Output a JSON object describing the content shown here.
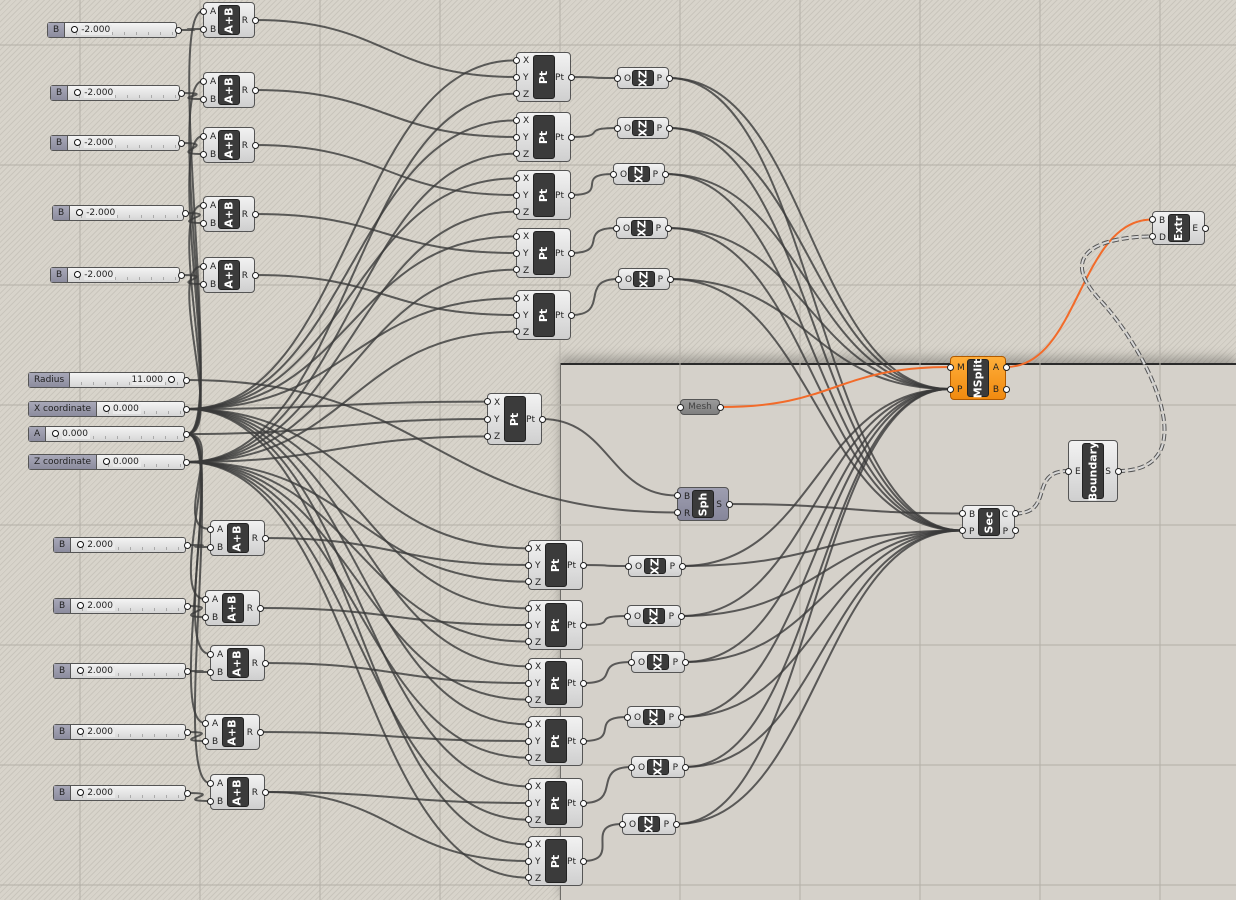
{
  "sliders": [
    {
      "id": "sT0",
      "label": "B",
      "value": "-2.000"
    },
    {
      "id": "sT1",
      "label": "B",
      "value": "-2.000"
    },
    {
      "id": "sT2",
      "label": "B",
      "value": "-2.000"
    },
    {
      "id": "sT3",
      "label": "B",
      "value": "-2.000"
    },
    {
      "id": "sT4",
      "label": "B",
      "value": "-2.000"
    },
    {
      "id": "radius",
      "label": "Radius",
      "value": "11.000"
    },
    {
      "id": "xc",
      "label": "X coordinate",
      "value": "0.000"
    },
    {
      "id": "a",
      "label": "A",
      "value": "0.000"
    },
    {
      "id": "zc",
      "label": "Z coordinate",
      "value": "0.000"
    },
    {
      "id": "sB0",
      "label": "B",
      "value": "2.000"
    },
    {
      "id": "sB1",
      "label": "B",
      "value": "2.000"
    },
    {
      "id": "sB2",
      "label": "B",
      "value": "2.000"
    },
    {
      "id": "sB3",
      "label": "B",
      "value": "2.000"
    },
    {
      "id": "sB4",
      "label": "B",
      "value": "2.000"
    }
  ],
  "components": [
    {
      "id": "aT0",
      "nick": "A+B",
      "in": [
        "A",
        "B"
      ],
      "out": [
        "R"
      ]
    },
    {
      "id": "aT1",
      "nick": "A+B",
      "in": [
        "A",
        "B"
      ],
      "out": [
        "R"
      ]
    },
    {
      "id": "aT2",
      "nick": "A+B",
      "in": [
        "A",
        "B"
      ],
      "out": [
        "R"
      ]
    },
    {
      "id": "aT3",
      "nick": "A+B",
      "in": [
        "A",
        "B"
      ],
      "out": [
        "R"
      ]
    },
    {
      "id": "aT4",
      "nick": "A+B",
      "in": [
        "A",
        "B"
      ],
      "out": [
        "R"
      ]
    },
    {
      "id": "pT0",
      "nick": "Pt",
      "in": [
        "X",
        "Y",
        "Z"
      ],
      "out": [
        "Pt"
      ]
    },
    {
      "id": "pT1",
      "nick": "Pt",
      "in": [
        "X",
        "Y",
        "Z"
      ],
      "out": [
        "Pt"
      ]
    },
    {
      "id": "pT2",
      "nick": "Pt",
      "in": [
        "X",
        "Y",
        "Z"
      ],
      "out": [
        "Pt"
      ]
    },
    {
      "id": "pT3",
      "nick": "Pt",
      "in": [
        "X",
        "Y",
        "Z"
      ],
      "out": [
        "Pt"
      ]
    },
    {
      "id": "pT4",
      "nick": "Pt",
      "in": [
        "X",
        "Y",
        "Z"
      ],
      "out": [
        "Pt"
      ]
    },
    {
      "id": "xT0",
      "nick": "XZ",
      "in": [
        "O"
      ],
      "out": [
        "P"
      ]
    },
    {
      "id": "xT1",
      "nick": "XZ",
      "in": [
        "O"
      ],
      "out": [
        "P"
      ]
    },
    {
      "id": "xT2",
      "nick": "XZ",
      "in": [
        "O"
      ],
      "out": [
        "P"
      ]
    },
    {
      "id": "xT3",
      "nick": "XZ",
      "in": [
        "O"
      ],
      "out": [
        "P"
      ]
    },
    {
      "id": "xT4",
      "nick": "XZ",
      "in": [
        "O"
      ],
      "out": [
        "P"
      ]
    },
    {
      "id": "pM",
      "nick": "Pt",
      "in": [
        "X",
        "Y",
        "Z"
      ],
      "out": [
        "Pt"
      ]
    },
    {
      "id": "sph",
      "nick": "Sph",
      "in": [
        "B",
        "R"
      ],
      "out": [
        "S"
      ],
      "style": "gray"
    },
    {
      "id": "msplit",
      "nick": "MSplit",
      "in": [
        "M",
        "P"
      ],
      "out": [
        "A",
        "B"
      ],
      "style": "orange"
    },
    {
      "id": "extr",
      "nick": "Extr",
      "in": [
        "B",
        "D"
      ],
      "out": [
        "E"
      ]
    },
    {
      "id": "boundary",
      "nick": "Boundary",
      "in": [
        "E"
      ],
      "out": [
        "S"
      ]
    },
    {
      "id": "sec",
      "nick": "Sec",
      "in": [
        "B",
        "P"
      ],
      "out": [
        "C",
        "P"
      ]
    },
    {
      "id": "aB0",
      "nick": "A+B",
      "in": [
        "A",
        "B"
      ],
      "out": [
        "R"
      ]
    },
    {
      "id": "aB1",
      "nick": "A+B",
      "in": [
        "A",
        "B"
      ],
      "out": [
        "R"
      ]
    },
    {
      "id": "aB2",
      "nick": "A+B",
      "in": [
        "A",
        "B"
      ],
      "out": [
        "R"
      ]
    },
    {
      "id": "aB3",
      "nick": "A+B",
      "in": [
        "A",
        "B"
      ],
      "out": [
        "R"
      ]
    },
    {
      "id": "aB4",
      "nick": "A+B",
      "in": [
        "A",
        "B"
      ],
      "out": [
        "R"
      ]
    },
    {
      "id": "pB0",
      "nick": "Pt",
      "in": [
        "X",
        "Y",
        "Z"
      ],
      "out": [
        "Pt"
      ]
    },
    {
      "id": "pB1",
      "nick": "Pt",
      "in": [
        "X",
        "Y",
        "Z"
      ],
      "out": [
        "Pt"
      ]
    },
    {
      "id": "pB2",
      "nick": "Pt",
      "in": [
        "X",
        "Y",
        "Z"
      ],
      "out": [
        "Pt"
      ]
    },
    {
      "id": "pB3",
      "nick": "Pt",
      "in": [
        "X",
        "Y",
        "Z"
      ],
      "out": [
        "Pt"
      ]
    },
    {
      "id": "pB4",
      "nick": "Pt",
      "in": [
        "X",
        "Y",
        "Z"
      ],
      "out": [
        "Pt"
      ]
    },
    {
      "id": "pB5",
      "nick": "Pt",
      "in": [
        "X",
        "Y",
        "Z"
      ],
      "out": [
        "Pt"
      ]
    },
    {
      "id": "xB0",
      "nick": "XZ",
      "in": [
        "O"
      ],
      "out": [
        "P"
      ]
    },
    {
      "id": "xB1",
      "nick": "XZ",
      "in": [
        "O"
      ],
      "out": [
        "P"
      ]
    },
    {
      "id": "xB2",
      "nick": "XZ",
      "in": [
        "O"
      ],
      "out": [
        "P"
      ]
    },
    {
      "id": "xB3",
      "nick": "XZ",
      "in": [
        "O"
      ],
      "out": [
        "P"
      ]
    },
    {
      "id": "xB4",
      "nick": "XZ",
      "in": [
        "O"
      ],
      "out": [
        "P"
      ]
    },
    {
      "id": "xB5",
      "nick": "XZ",
      "in": [
        "O"
      ],
      "out": [
        "P"
      ]
    }
  ],
  "params": [
    {
      "id": "mesh",
      "label": "Mesh"
    }
  ],
  "colors": {
    "wire": "#3a3a3a",
    "selected_wire": "#f26b2a",
    "accent": "#f7941d"
  }
}
